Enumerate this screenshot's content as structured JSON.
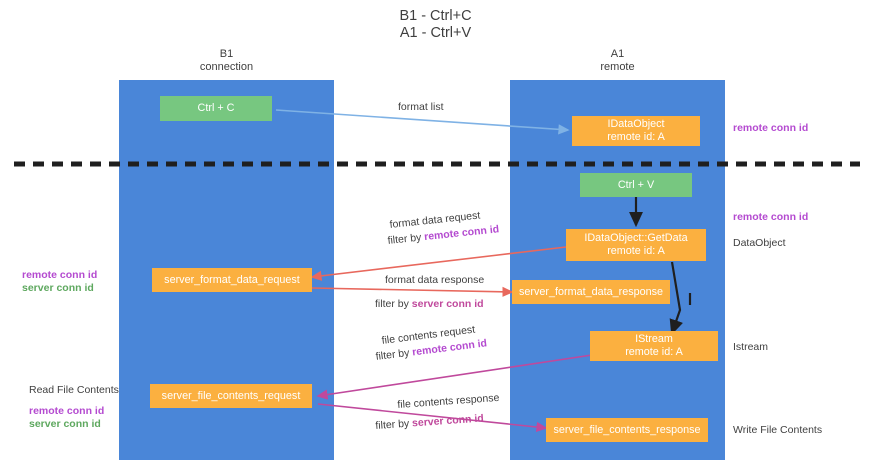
{
  "title": {
    "line1": "B1 - Ctrl+C",
    "line2": "A1 - Ctrl+V"
  },
  "columns": [
    {
      "name": "B1",
      "sub": "connection"
    },
    {
      "name": "A1",
      "sub": "remote"
    }
  ],
  "nodes": {
    "ctrl_c": {
      "label": "Ctrl + C"
    },
    "ctrl_v": {
      "label": "Ctrl + V"
    },
    "idataobject": {
      "line1": "IDataObject",
      "line2": "remote id: A"
    },
    "getdata": {
      "line1": "IDataObject::GetData",
      "line2": "remote id: A"
    },
    "istream": {
      "line1": "IStream",
      "line2": "remote id: A"
    },
    "server_format_data_request": {
      "label": "server_format_data_request"
    },
    "server_format_data_response": {
      "label": "server_format_data_response"
    },
    "server_file_contents_request": {
      "label": "server_file_contents_request"
    },
    "server_file_contents_response": {
      "label": "server_file_contents_response"
    }
  },
  "annotations": {
    "right_remote_conn_id_top": "remote conn id",
    "right_remote_conn_id_mid": "remote conn id",
    "right_dataobject": "DataObject",
    "right_istream": "Istream",
    "right_write_file_contents": "Write File Contents",
    "left_remote_conn_id_mid": "remote conn id",
    "left_server_conn_id_mid": "server conn id",
    "left_read_file_contents": "Read File Contents",
    "left_remote_conn_id_bottom": "remote conn id",
    "left_server_conn_id_bottom": "server conn id"
  },
  "edges": {
    "format_list": "format list",
    "format_data_request": "format data request",
    "filter_by": "filter by",
    "filter_remote_conn_id": "remote conn id",
    "format_data_response": "format data response",
    "filter_server_conn_id": "server conn id",
    "file_contents_request": "file contents request",
    "file_contents_response": "file contents response"
  },
  "colors": {
    "lane": "#4a86d8",
    "green_node": "#77c780",
    "orange_node": "#fbb040",
    "purple": "#b44ad0",
    "green_text": "#5ea85f",
    "magenta": "#c0499c",
    "red_arrow": "#e8685d",
    "blue_arrow": "#7fb2e5",
    "divider": "#1f1f1f"
  }
}
